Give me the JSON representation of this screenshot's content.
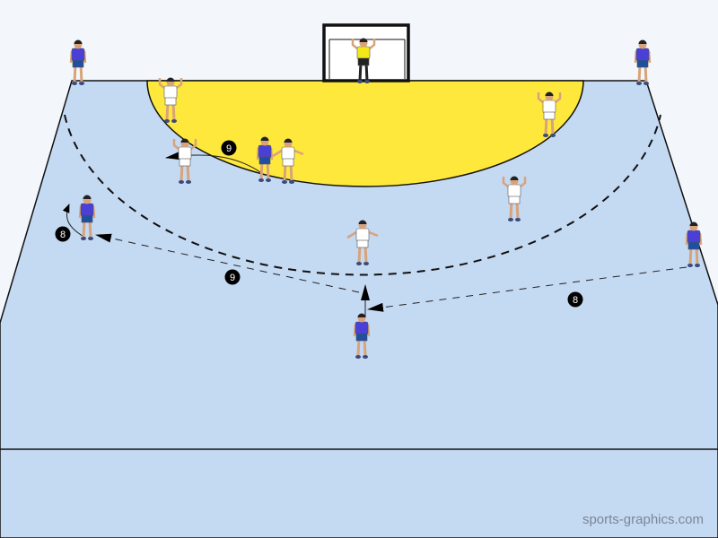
{
  "colors": {
    "background": "#f3f7fc",
    "court": "#c4d9f2",
    "goal_area": "#ffe83c",
    "attacker_shirt": "#4a3fd6",
    "attacker_shorts": "#1f4fa0",
    "defender_shirt": "#ffffff",
    "goalkeeper_shirt": "#f2e81a"
  },
  "labels": [
    {
      "id": "run-9",
      "text": "9"
    },
    {
      "id": "run-8",
      "text": "8"
    },
    {
      "id": "pass-9",
      "text": "9"
    },
    {
      "id": "pass-8",
      "text": "8"
    }
  ],
  "watermark": "sports-graphics.com"
}
